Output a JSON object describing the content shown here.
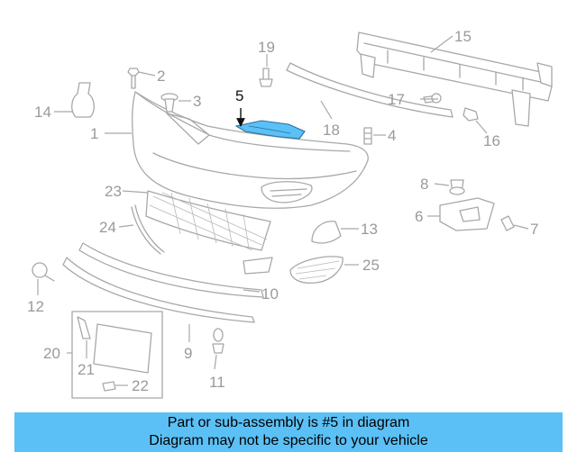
{
  "diagram": {
    "highlight_color": "#5bc0f5",
    "callouts": [
      "1",
      "2",
      "3",
      "4",
      "5",
      "6",
      "7",
      "8",
      "9",
      "10",
      "11",
      "12",
      "13",
      "14",
      "15",
      "16",
      "17",
      "18",
      "19",
      "20",
      "21",
      "22",
      "23",
      "24",
      "25"
    ],
    "highlighted_part": "5"
  },
  "banner": {
    "line1": "Part or sub-assembly is #5 in diagram",
    "line2": "Diagram may not be specific to your vehicle"
  }
}
